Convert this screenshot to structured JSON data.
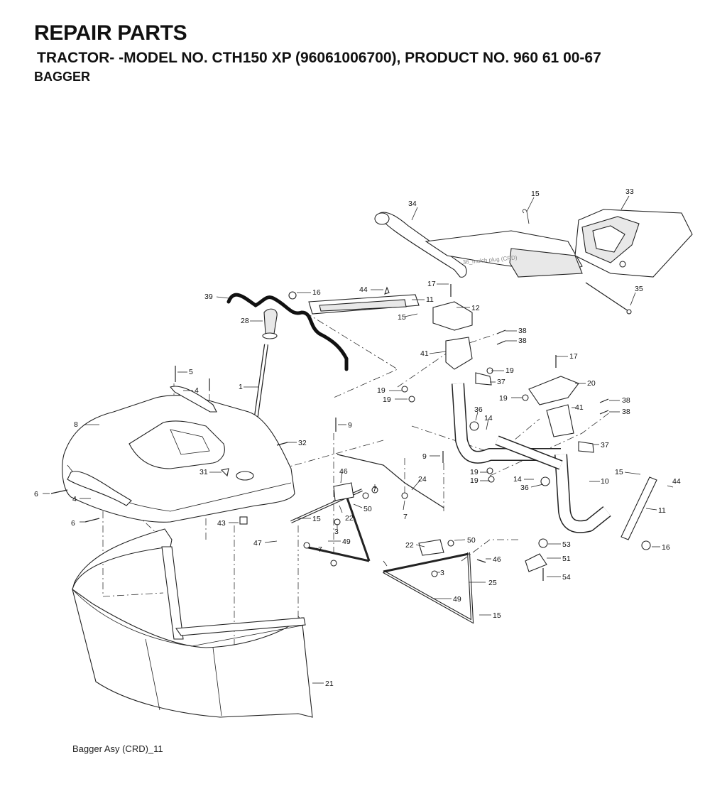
{
  "header": {
    "title": "REPAIR PARTS",
    "subtitle": "TRACTOR- -MODEL NO. CTH150 XP (96061006700), PRODUCT NO. 960 61 00-67",
    "section": "BAGGER"
  },
  "footer": {
    "caption": "Bagger Asy (CRD)_11"
  },
  "diagram": {
    "mulch_plug_caption": "36_mulch plug (CRD)",
    "callouts": [
      "34",
      "15",
      "33",
      "35",
      "17",
      "44",
      "11",
      "16",
      "12",
      "15",
      "39",
      "28",
      "38",
      "38",
      "41",
      "19",
      "17",
      "1",
      "5",
      "4",
      "37",
      "19",
      "19",
      "20",
      "19",
      "38",
      "38",
      "8",
      "36",
      "14",
      "41",
      "32",
      "9",
      "37",
      "9",
      "24",
      "31",
      "46",
      "7",
      "19",
      "19",
      "14",
      "36",
      "10",
      "15",
      "44",
      "6",
      "4",
      "50",
      "22",
      "7",
      "3",
      "15",
      "43",
      "6",
      "47",
      "49",
      "11",
      "16",
      "7",
      "22",
      "50",
      "53",
      "46",
      "51",
      "3",
      "25",
      "54",
      "49",
      "15",
      "21"
    ]
  }
}
